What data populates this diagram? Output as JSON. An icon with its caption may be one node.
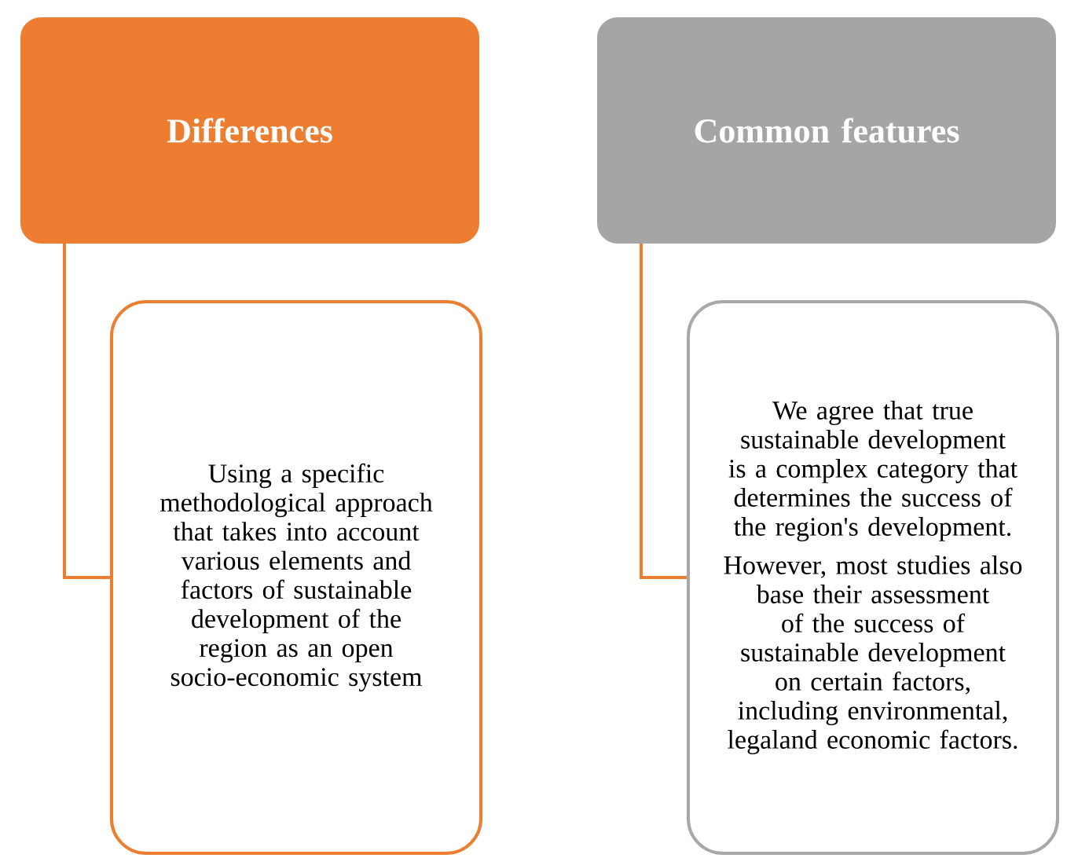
{
  "diagram": {
    "nodes": [
      {
        "text": [
          "Differences"
        ]
      },
      {
        "text": [
          "Using a specific methodological approach that takes into account various elements and factors of sustainable development of the region as an open socio-economic system"
        ]
      },
      {
        "text": [
          "Common features"
        ]
      },
      {
        "text": [
          "We agree that true sustainable development is a complex category that determines the success of the region's development.",
          "However, most studies also base their assessment of the success of sustainable development on certain factors, including environmental, legaland economic factors."
        ]
      }
    ],
    "edges": [
      {
        "from": 0,
        "to": 1,
        "arrow": "none"
      },
      {
        "from": 2,
        "to": 3,
        "arrow": "none"
      }
    ]
  }
}
